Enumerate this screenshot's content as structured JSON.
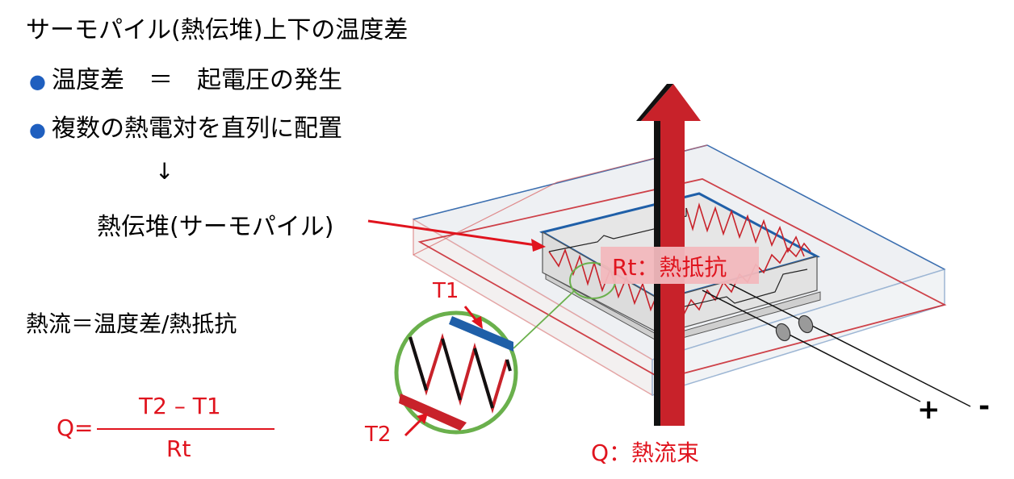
{
  "title": "サーモパイル(熱伝堆)上下の温度差",
  "bullets": [
    {
      "text": "温度差　＝　起電圧の発生"
    },
    {
      "text": "複数の熱電対を直列に配置"
    }
  ],
  "down_arrow": "↓",
  "thermopile_label": "熱伝堆(サーモパイル)",
  "heat_flow_equation": "熱流＝温度差/熱抵抗",
  "formula": {
    "lhs": "Q=",
    "numerator": "T2 – T1",
    "denominator": "Rt"
  },
  "labels": {
    "t1": "T1",
    "t2": "T2",
    "rt": "Rt：熱抵抗",
    "q": "Q：熱流束",
    "plus": "+",
    "minus": "-"
  },
  "colors": {
    "accent_red": "#e0141e",
    "arrow_red": "#c8222a",
    "frame_blue": "#1f5fa8",
    "bullet_blue": "#1f5fbf",
    "circle_green": "#6ab04c"
  }
}
